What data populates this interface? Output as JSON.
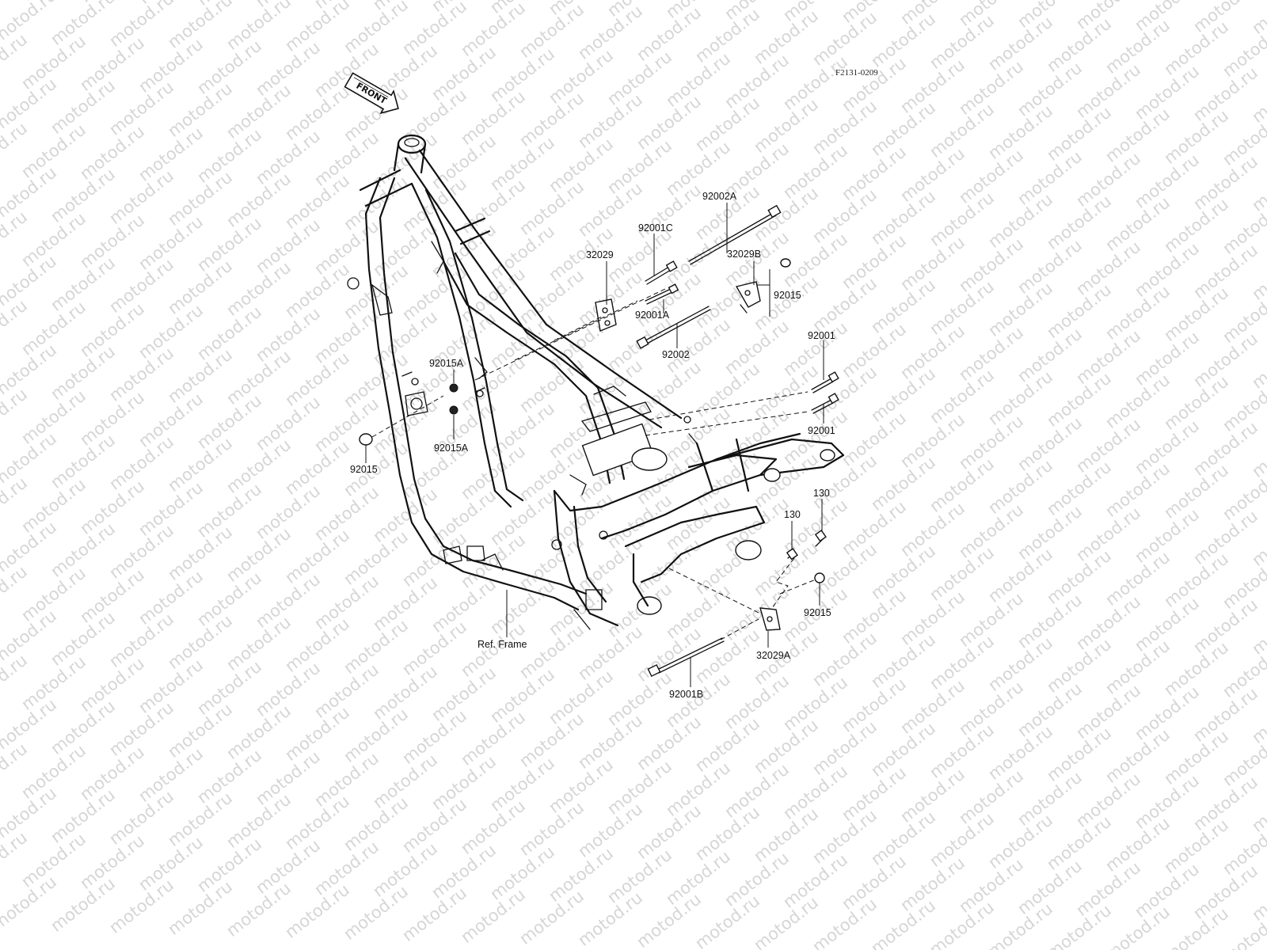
{
  "watermark": {
    "text": "motod.ru"
  },
  "diagram": {
    "code": "F2131-0209",
    "front_arrow_label": "FRONT",
    "labels": {
      "p92002A": "92002A",
      "p92001C": "92001C",
      "p32029": "32029",
      "p32029B": "32029B",
      "p92015_top": "92015",
      "p92001A": "92001A",
      "p92002": "92002",
      "p92001_upper": "92001",
      "p92001_lower": "92001",
      "p92015A_upper": "92015A",
      "p92015A_lower": "92015A",
      "p92015_left": "92015",
      "p130_right": "130",
      "p130_left": "130",
      "p92015_right": "92015",
      "p32029A": "32029A",
      "p92001B": "92001B",
      "ref_frame": "Ref. Frame"
    }
  }
}
